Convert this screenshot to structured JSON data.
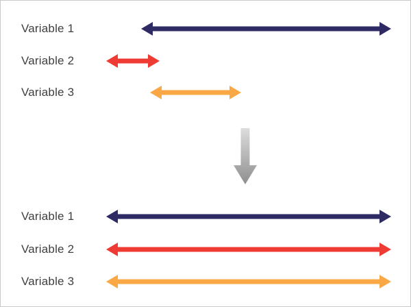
{
  "frame": {
    "border_color": "#c9c9c9",
    "background": "#ffffff",
    "text_color": "#3f3f3f"
  },
  "before": {
    "rows": [
      {
        "label": "Variable 1",
        "color": "#2e2a63",
        "start_pct": 13,
        "end_pct": 99.3
      },
      {
        "label": "Variable 2",
        "color": "#ee3b33",
        "start_pct": 1,
        "end_pct": 19.5
      },
      {
        "label": "Variable 3",
        "color": "#f9a845",
        "start_pct": 16,
        "end_pct": 47.5
      }
    ]
  },
  "transform": {
    "icon": "down-arrow",
    "gradient_top": "#dcdcdc",
    "gradient_bottom": "#8f8f8f"
  },
  "after": {
    "rows": [
      {
        "label": "Variable 1",
        "color": "#2e2a63",
        "start_pct": 1,
        "end_pct": 99.3
      },
      {
        "label": "Variable 2",
        "color": "#ee3b33",
        "start_pct": 1,
        "end_pct": 99.3
      },
      {
        "label": "Variable 3",
        "color": "#f9a845",
        "start_pct": 1,
        "end_pct": 99.3
      }
    ]
  }
}
